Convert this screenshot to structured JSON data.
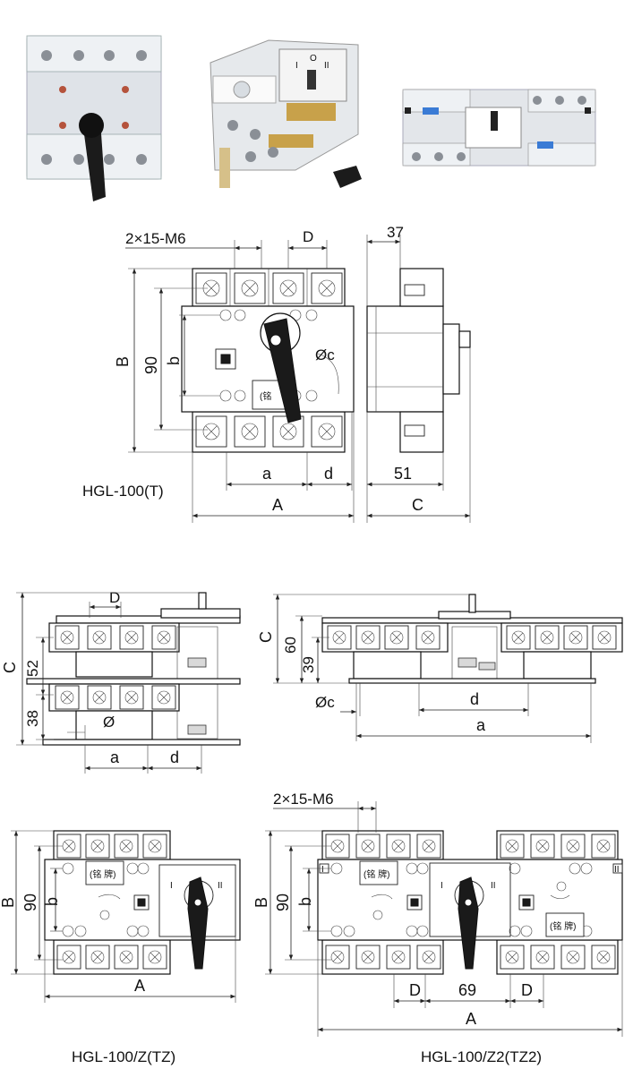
{
  "top_view": {
    "label_2x15": "2×15-M6",
    "label_D": "D",
    "label_37": "37",
    "label_B": "B",
    "label_90": "90",
    "label_b": "b",
    "label_c": "Øc",
    "label_nameplate": "(铭",
    "label_a": "a",
    "label_d": "d",
    "label_51": "51",
    "label_A": "A",
    "label_C": "C",
    "model": "HGL-100(T)"
  },
  "side_views": {
    "left": {
      "label_D": "D",
      "label_C": "C",
      "label_52": "52",
      "label_38": "38",
      "label_phi": "Ø",
      "label_a": "a",
      "label_d": "d"
    },
    "right": {
      "label_C": "C",
      "label_60": "60",
      "label_39": "39",
      "label_c": "Øc",
      "label_d": "d",
      "label_a": "a"
    }
  },
  "bottom_left": {
    "label_B": "B",
    "label_90": "90",
    "label_b": "b",
    "label_A": "A",
    "nameplate": "(铭 牌)",
    "pos_I": "I",
    "pos_II": "II",
    "model": "HGL-100/Z(TZ)"
  },
  "bottom_right": {
    "label_2x15": "2×15-M6",
    "label_B": "B",
    "label_90": "90",
    "label_b": "b",
    "label_A": "A",
    "label_D1": "D",
    "label_69": "69",
    "label_D2": "D",
    "nameplate1": "(铭 牌)",
    "nameplate2": "(铭 牌)",
    "pos_I": "I",
    "pos_II": "II",
    "mark_I": "I",
    "mark_II": "II",
    "model": "HGL-100/Z2(TZ2)"
  },
  "colors": {
    "line": "#111111",
    "handle": "#1a1a1a",
    "paper": "#ffffff",
    "photo_grey": "#c8ccd2"
  }
}
